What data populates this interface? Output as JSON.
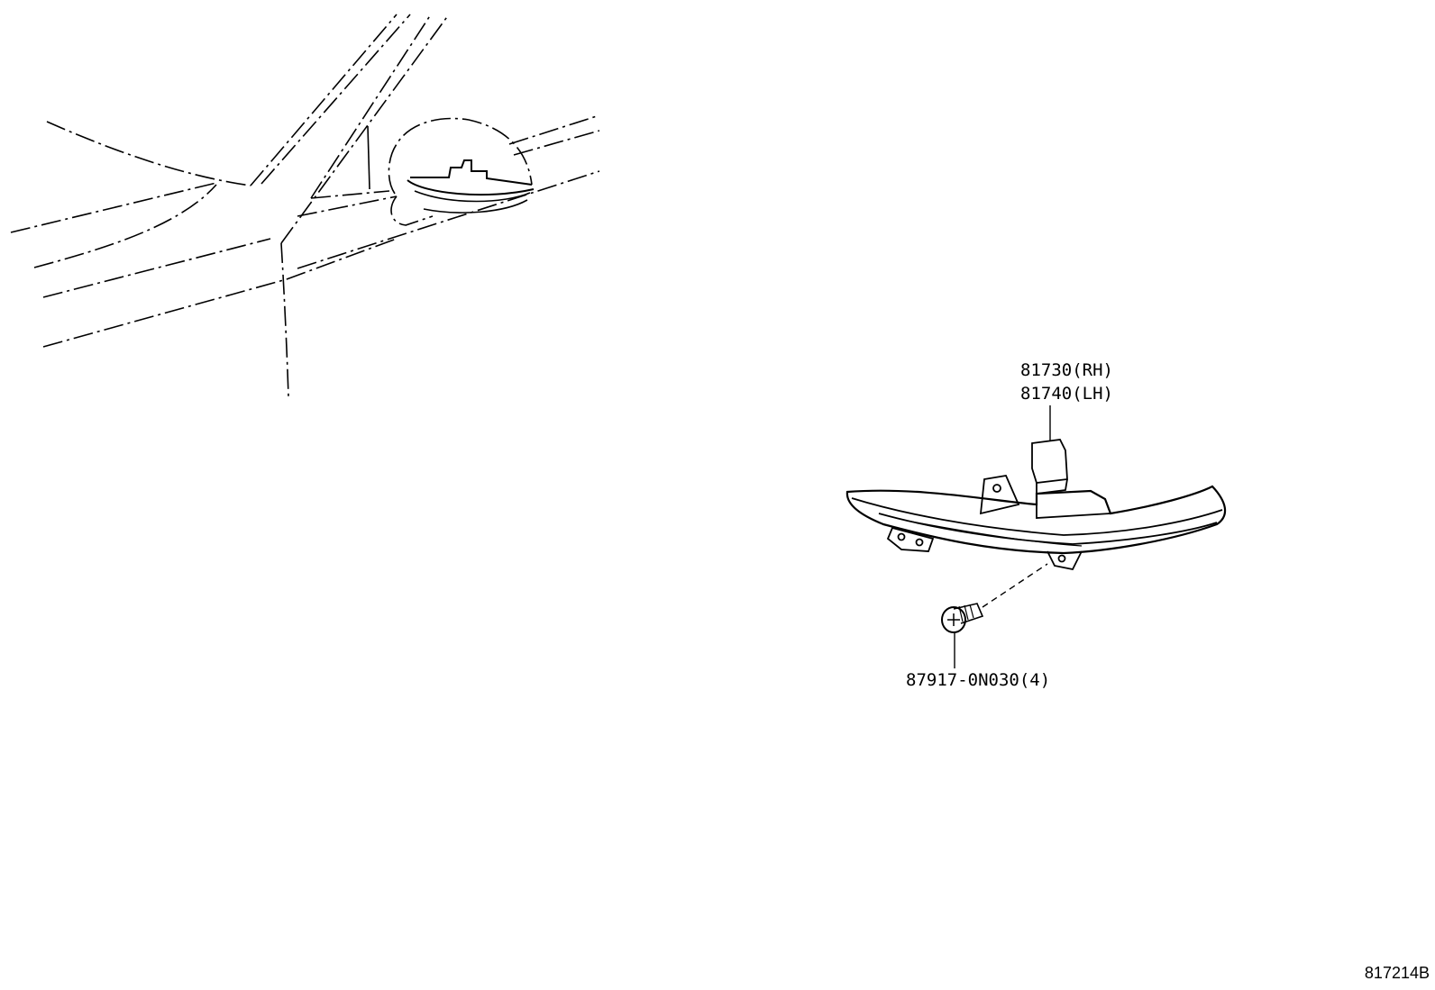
{
  "diagram": {
    "callouts": {
      "lamp_rh": "81730(RH)",
      "lamp_lh": "81740(LH)",
      "screw": "87917-0N030(4)"
    },
    "figure_id": "817214B"
  },
  "colors": {
    "line": "#000000",
    "background": "#ffffff"
  }
}
